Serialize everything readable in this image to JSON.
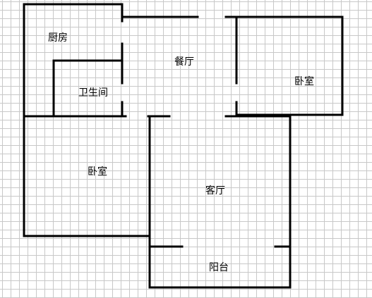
{
  "floor_plan": {
    "rooms": {
      "kitchen": "厨房",
      "bathroom": "卫生间",
      "dining": "餐厅",
      "bedroom_east": "卧室",
      "bedroom_west": "卧室",
      "living": "客厅",
      "balcony": "阳台"
    },
    "colors": {
      "wall": "#000000",
      "grid": "#c8c8c8",
      "background": "#ffffff"
    }
  }
}
